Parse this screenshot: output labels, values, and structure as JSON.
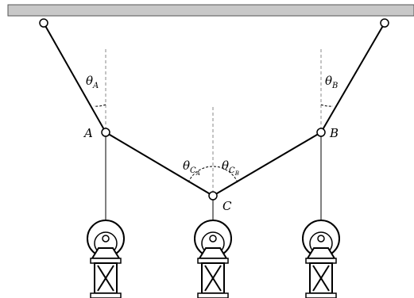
{
  "colors": {
    "ceiling": "#c8c8c8",
    "ink": "#000000",
    "dashed": "#8a8a8a"
  },
  "labels": {
    "point_a": "A",
    "point_b": "B",
    "point_c": "C",
    "theta_a": {
      "base": "θ",
      "sub": "A"
    },
    "theta_b": {
      "base": "θ",
      "sub": "B"
    },
    "theta_ca": {
      "base": "θ",
      "sub": "C",
      "subsub": "A"
    },
    "theta_cb": {
      "base": "θ",
      "sub": "C",
      "subsub": "B"
    }
  },
  "icons": [
    "lantern-icon",
    "lantern-icon",
    "lantern-icon"
  ]
}
